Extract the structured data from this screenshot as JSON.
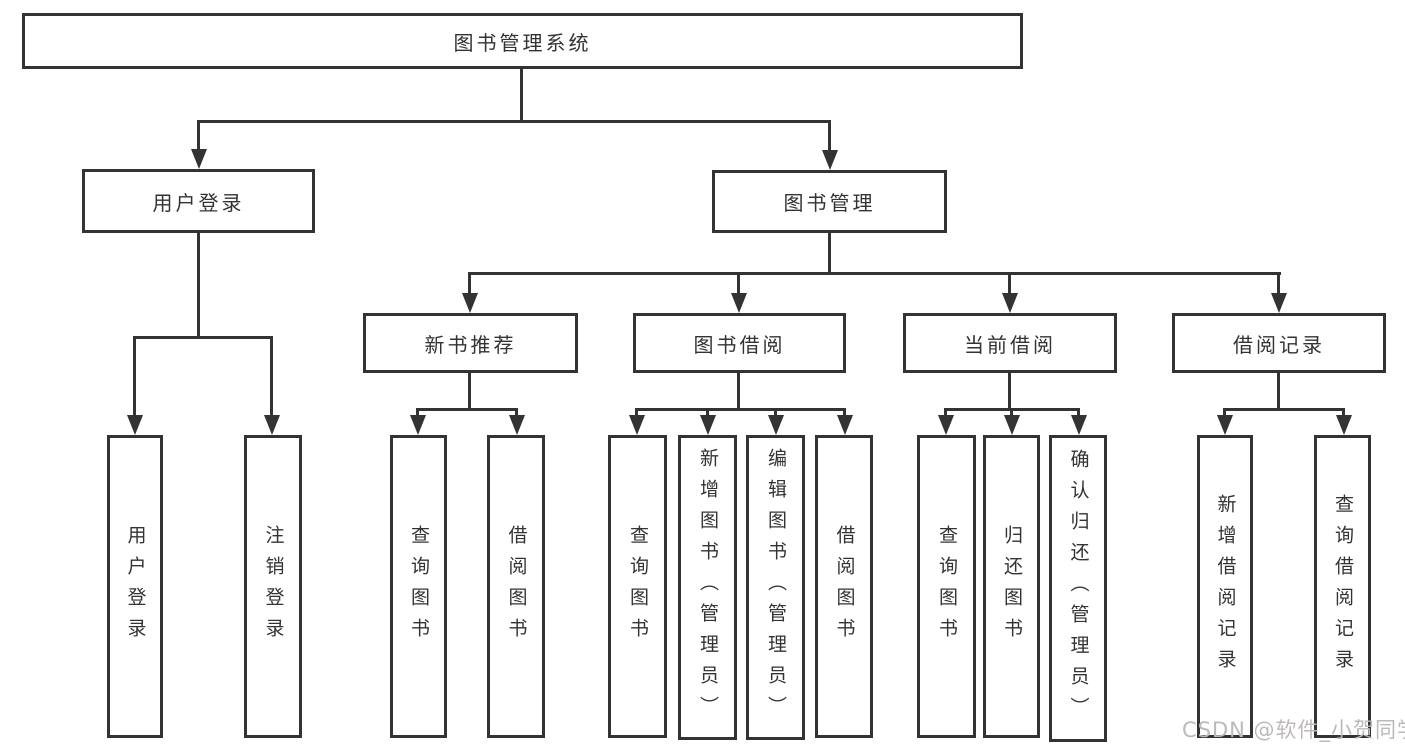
{
  "tree": {
    "root": {
      "label": "图书管理系统"
    },
    "branches": [
      {
        "label": "用户登录",
        "children": [
          {
            "label": "用户登录"
          },
          {
            "label": "注销登录"
          }
        ]
      },
      {
        "label": "图书管理",
        "children": [
          {
            "label": "新书推荐",
            "children": [
              {
                "label": "查询图书"
              },
              {
                "label": "借阅图书"
              }
            ]
          },
          {
            "label": "图书借阅",
            "children": [
              {
                "label": "查询图书"
              },
              {
                "label": "新增图书（管理员）"
              },
              {
                "label": "编辑图书（管理员）"
              },
              {
                "label": "借阅图书"
              }
            ]
          },
          {
            "label": "当前借阅",
            "children": [
              {
                "label": "查询图书"
              },
              {
                "label": "归还图书"
              },
              {
                "label": "确认归还（管理员）"
              }
            ]
          },
          {
            "label": "借阅记录",
            "children": [
              {
                "label": "新增借阅记录"
              },
              {
                "label": "查询借阅记录"
              }
            ]
          }
        ]
      }
    ]
  },
  "watermark": {
    "text": "CSDN @软件_小贺同学"
  },
  "colors": {
    "line": "#333333",
    "box_background": "#ffffff",
    "text": "#333333",
    "watermark": "#bdb9b9"
  }
}
